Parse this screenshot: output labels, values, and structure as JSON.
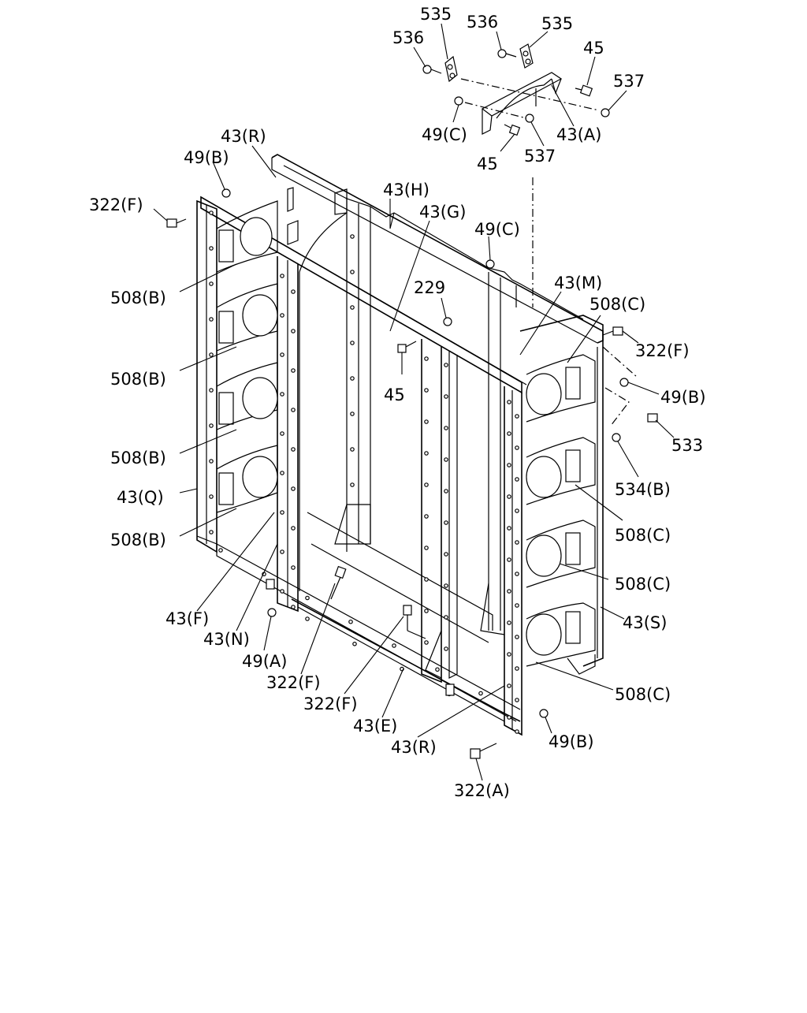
{
  "diagram": {
    "labels": [
      {
        "id": "l535a",
        "text": "535"
      },
      {
        "id": "l536a",
        "text": "536"
      },
      {
        "id": "l536b",
        "text": "536"
      },
      {
        "id": "l535b",
        "text": "535"
      },
      {
        "id": "l45a",
        "text": "45"
      },
      {
        "id": "l537a",
        "text": "537"
      },
      {
        "id": "l49c1",
        "text": "49(C)"
      },
      {
        "id": "l43a",
        "text": "43(A)"
      },
      {
        "id": "l45b",
        "text": "45"
      },
      {
        "id": "l537b",
        "text": "537"
      },
      {
        "id": "l43r1",
        "text": "43(R)"
      },
      {
        "id": "l49b1",
        "text": "49(B)"
      },
      {
        "id": "l322f1",
        "text": "322(F)"
      },
      {
        "id": "l43h",
        "text": "43(H)"
      },
      {
        "id": "l43g",
        "text": "43(G)"
      },
      {
        "id": "l49c2",
        "text": "49(C)"
      },
      {
        "id": "l229",
        "text": "229"
      },
      {
        "id": "l43m",
        "text": "43(M)"
      },
      {
        "id": "l508c1",
        "text": "508(C)"
      },
      {
        "id": "l508b1",
        "text": "508(B)"
      },
      {
        "id": "l322f2",
        "text": "322(F)"
      },
      {
        "id": "l508b2",
        "text": "508(B)"
      },
      {
        "id": "l45c",
        "text": "45"
      },
      {
        "id": "l49b2",
        "text": "49(B)"
      },
      {
        "id": "l533",
        "text": "533"
      },
      {
        "id": "l508b3",
        "text": "508(B)"
      },
      {
        "id": "l534b",
        "text": "534(B)"
      },
      {
        "id": "l43q",
        "text": "43(Q)"
      },
      {
        "id": "l508c2",
        "text": "508(C)"
      },
      {
        "id": "l508b4",
        "text": "508(B)"
      },
      {
        "id": "l508c3",
        "text": "508(C)"
      },
      {
        "id": "l43f",
        "text": "43(F)"
      },
      {
        "id": "l43s",
        "text": "43(S)"
      },
      {
        "id": "l43n",
        "text": "43(N)"
      },
      {
        "id": "l49a",
        "text": "49(A)"
      },
      {
        "id": "l322f3",
        "text": "322(F)"
      },
      {
        "id": "l508c4",
        "text": "508(C)"
      },
      {
        "id": "l322f4",
        "text": "322(F)"
      },
      {
        "id": "l43e",
        "text": "43(E)"
      },
      {
        "id": "l49b3",
        "text": "49(B)"
      },
      {
        "id": "l43r2",
        "text": "43(R)"
      },
      {
        "id": "l322a",
        "text": "322(A)"
      }
    ]
  }
}
